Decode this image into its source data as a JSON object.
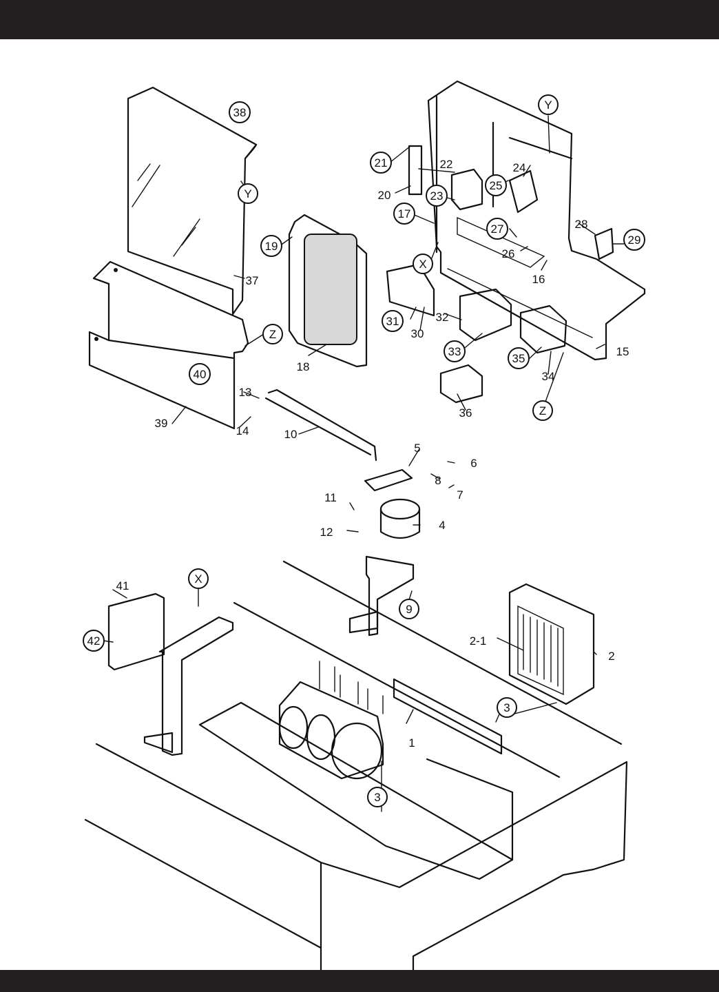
{
  "labels": [
    {
      "id": "p1",
      "text": "1",
      "circled": false
    },
    {
      "id": "p2",
      "text": "2",
      "circled": false
    },
    {
      "id": "p2_1",
      "text": "2-1",
      "circled": false
    },
    {
      "id": "p3a",
      "text": "3",
      "circled": true
    },
    {
      "id": "p3b",
      "text": "3",
      "circled": true
    },
    {
      "id": "p4",
      "text": "4",
      "circled": false
    },
    {
      "id": "p5",
      "text": "5",
      "circled": false
    },
    {
      "id": "p6",
      "text": "6",
      "circled": false
    },
    {
      "id": "p7",
      "text": "7",
      "circled": false
    },
    {
      "id": "p8",
      "text": "8",
      "circled": false
    },
    {
      "id": "p9",
      "text": "9",
      "circled": true
    },
    {
      "id": "p10",
      "text": "10",
      "circled": false
    },
    {
      "id": "p11",
      "text": "11",
      "circled": false
    },
    {
      "id": "p12",
      "text": "12",
      "circled": false
    },
    {
      "id": "p13",
      "text": "13",
      "circled": false
    },
    {
      "id": "p14",
      "text": "14",
      "circled": false
    },
    {
      "id": "p15",
      "text": "15",
      "circled": false
    },
    {
      "id": "p16",
      "text": "16",
      "circled": false
    },
    {
      "id": "p17",
      "text": "17",
      "circled": true
    },
    {
      "id": "p18",
      "text": "18",
      "circled": false
    },
    {
      "id": "p19",
      "text": "19",
      "circled": true
    },
    {
      "id": "p20",
      "text": "20",
      "circled": false
    },
    {
      "id": "p21",
      "text": "21",
      "circled": true
    },
    {
      "id": "p22",
      "text": "22",
      "circled": false
    },
    {
      "id": "p23",
      "text": "23",
      "circled": true
    },
    {
      "id": "p24",
      "text": "24",
      "circled": false
    },
    {
      "id": "p25",
      "text": "25",
      "circled": true
    },
    {
      "id": "p26",
      "text": "26",
      "circled": false
    },
    {
      "id": "p27",
      "text": "27",
      "circled": true
    },
    {
      "id": "p28",
      "text": "28",
      "circled": false
    },
    {
      "id": "p29",
      "text": "29",
      "circled": true
    },
    {
      "id": "p30",
      "text": "30",
      "circled": false
    },
    {
      "id": "p31",
      "text": "31",
      "circled": true
    },
    {
      "id": "p32",
      "text": "32",
      "circled": false
    },
    {
      "id": "p33",
      "text": "33",
      "circled": true
    },
    {
      "id": "p34",
      "text": "34",
      "circled": false
    },
    {
      "id": "p35",
      "text": "35",
      "circled": true
    },
    {
      "id": "p36",
      "text": "36",
      "circled": false
    },
    {
      "id": "p37",
      "text": "37",
      "circled": false
    },
    {
      "id": "p38",
      "text": "38",
      "circled": true
    },
    {
      "id": "p39",
      "text": "39",
      "circled": false
    },
    {
      "id": "p40",
      "text": "40",
      "circled": true
    },
    {
      "id": "p41",
      "text": "41",
      "circled": false
    },
    {
      "id": "p42",
      "text": "42",
      "circled": true
    },
    {
      "id": "mX1",
      "text": "X",
      "circled": true
    },
    {
      "id": "mX2",
      "text": "X",
      "circled": true
    },
    {
      "id": "mY1",
      "text": "Y",
      "circled": true
    },
    {
      "id": "mY2",
      "text": "Y",
      "circled": true
    },
    {
      "id": "mZ1",
      "text": "Z",
      "circled": true
    },
    {
      "id": "mZ2",
      "text": "Z",
      "circled": true
    }
  ]
}
